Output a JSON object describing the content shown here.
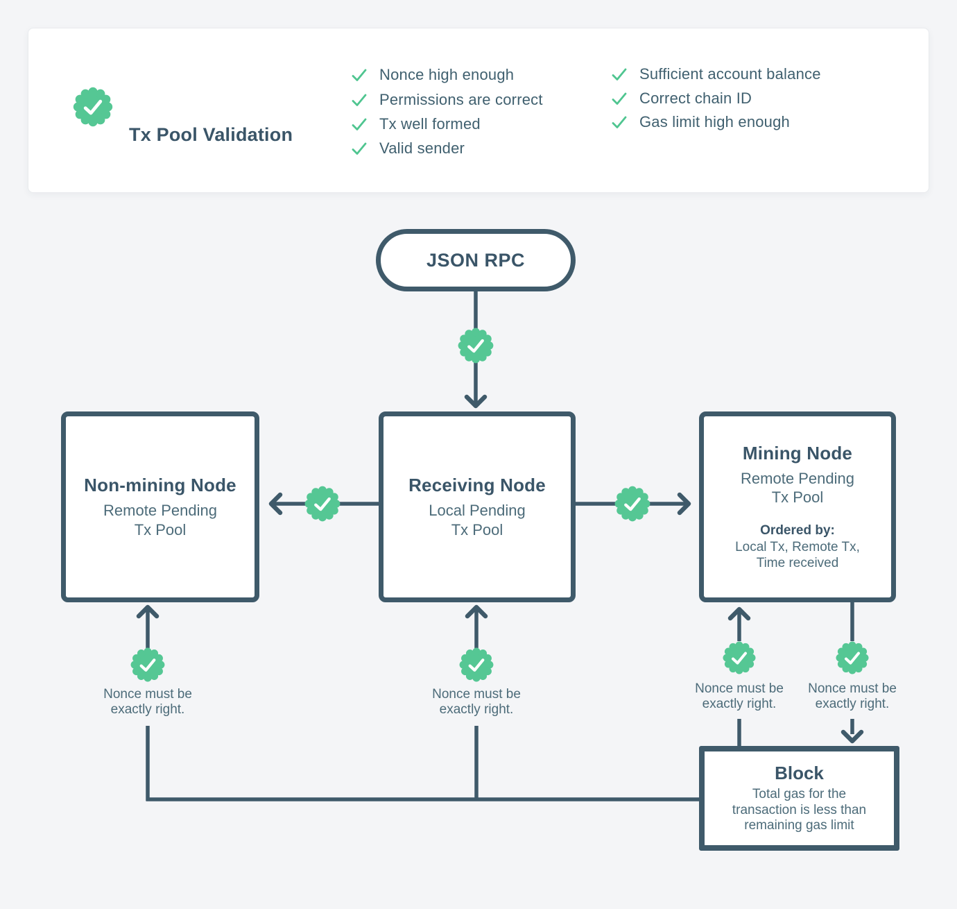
{
  "colors": {
    "background": "#f4f5f7",
    "card_background": "#ffffff",
    "ink": "#3f5a6a",
    "title_text": "#3a5568",
    "body_text": "#4c6b79",
    "accent_green": "#55c794"
  },
  "icons": {
    "seal": "check-seal-icon",
    "check": "check-icon"
  },
  "validation_card": {
    "title": "Tx Pool Validation",
    "items_left": [
      "Nonce high enough",
      "Permissions are correct",
      "Tx well formed",
      "Valid sender"
    ],
    "items_right": [
      "Sufficient account balance",
      "Correct chain ID",
      "Gas limit high enough"
    ]
  },
  "diagram": {
    "json_rpc_label": "JSON RPC",
    "non_mining": {
      "title": "Non-mining Node",
      "subtitle_lines": [
        "Remote Pending",
        "Tx Pool"
      ]
    },
    "receiving": {
      "title": "Receiving Node",
      "subtitle_lines": [
        "Local Pending",
        "Tx Pool"
      ]
    },
    "mining": {
      "title": "Mining Node",
      "subtitle_lines": [
        "Remote Pending",
        "Tx Pool"
      ],
      "ordered_by_label": "Ordered by:",
      "ordered_by_lines": [
        "Local Tx, Remote Tx,",
        "Time received"
      ]
    },
    "nonce_note_lines": [
      "Nonce must be",
      "exactly right."
    ],
    "block": {
      "title": "Block",
      "body_lines": [
        "Total gas for the",
        "transaction is less than",
        "remaining gas limit"
      ]
    }
  }
}
